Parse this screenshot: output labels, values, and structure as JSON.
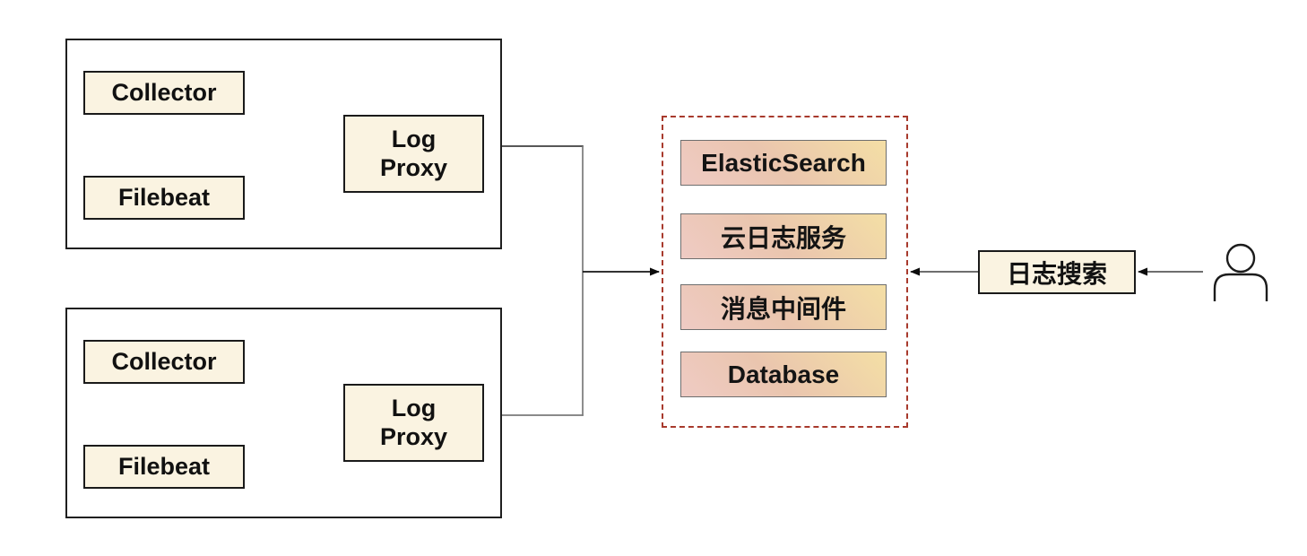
{
  "title": "log-collection-architecture-diagram",
  "colors": {
    "node_fill": "#FAF3E1",
    "node_border": "#1A1A1A",
    "group_border": "#1F1F1F",
    "panel_dashed_border": "#A83A2D",
    "storage_gradient_start": "#EFCBC4",
    "storage_gradient_mid": "#EAC5AE",
    "storage_gradient_end": "#F4DFA5",
    "connector_gray": "#595959",
    "arrow_black": "#141414"
  },
  "group_top": {
    "collector": "Collector",
    "filebeat": "Filebeat",
    "log_proxy": "Log Proxy"
  },
  "group_bottom": {
    "collector": "Collector",
    "filebeat": "Filebeat",
    "log_proxy": "Log Proxy"
  },
  "storage_panel": {
    "items": [
      "ElasticSearch",
      "云日志服务",
      "消息中间件",
      "Database"
    ]
  },
  "search_node": {
    "label": "日志搜索"
  },
  "icons": {
    "user": "person-icon"
  }
}
